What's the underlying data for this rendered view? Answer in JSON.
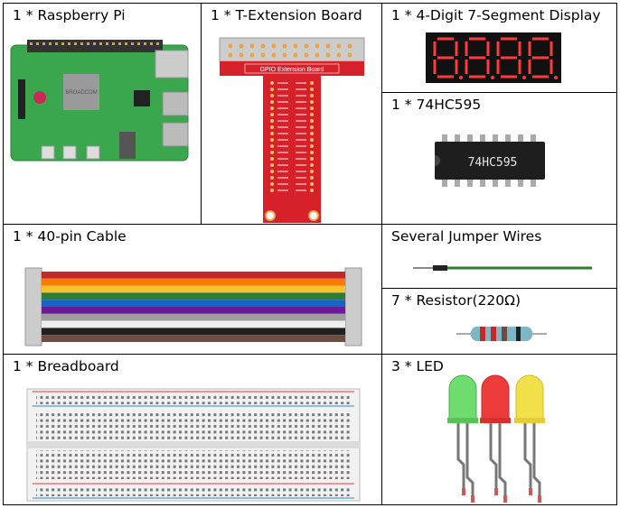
{
  "components": {
    "raspberry_pi": "1 * Raspberry Pi",
    "t_extension": "1 * T-Extension Board",
    "seven_segment": "1 * 4-Digit 7-Segment Display",
    "ic_74hc595": "1 * 74HC595",
    "cable": "1 * 40-pin Cable",
    "jumper_wires": "Several Jumper Wires",
    "resistor": "7 * Resistor(220Ω)",
    "breadboard": "1 * Breadboard",
    "led": "3 * LED"
  },
  "board_text": {
    "gpio_header": "GPIO Extension Board",
    "chip_marking": "74HC595",
    "pi_brand": "BROADCOM"
  },
  "colors": {
    "pi_green": "#3aa74e",
    "t_board_red": "#d6202a",
    "segment_red": "#ff3a3a",
    "led_green": "#6fdc6f",
    "led_red": "#ee3b3b",
    "led_yellow": "#f2e04a"
  }
}
